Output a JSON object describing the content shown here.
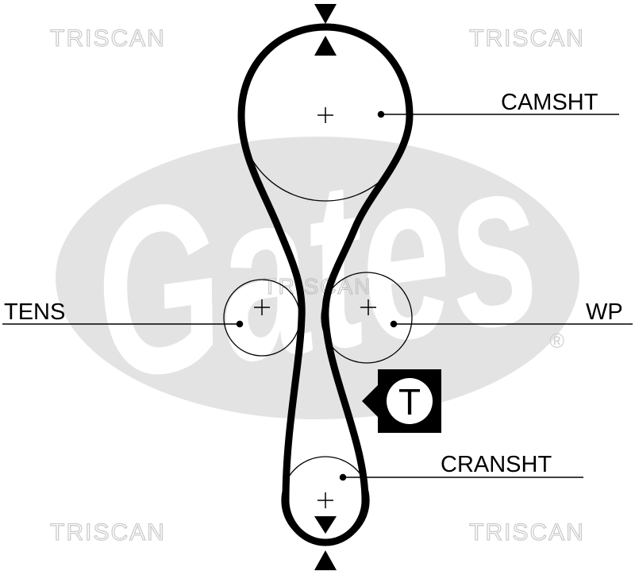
{
  "watermarks": {
    "top_left": "TRISCAN",
    "top_right": "TRISCAN",
    "center": "TRISCAN",
    "bottom_left": "TRISCAN",
    "bottom_right": "TRISCAN"
  },
  "logo": {
    "text": "Gates",
    "registered_mark": "®",
    "color": "#e3e3e3"
  },
  "pulleys": {
    "camshaft": "CAMSHT",
    "tensioner": "TENS",
    "water_pump": "WP",
    "crankshaft": "CRANSHT"
  },
  "tensioner_badge": {
    "letter": "T"
  },
  "colors": {
    "belt": "#000000",
    "background": "#ffffff",
    "watermark_stroke": "#c4c4c4"
  }
}
